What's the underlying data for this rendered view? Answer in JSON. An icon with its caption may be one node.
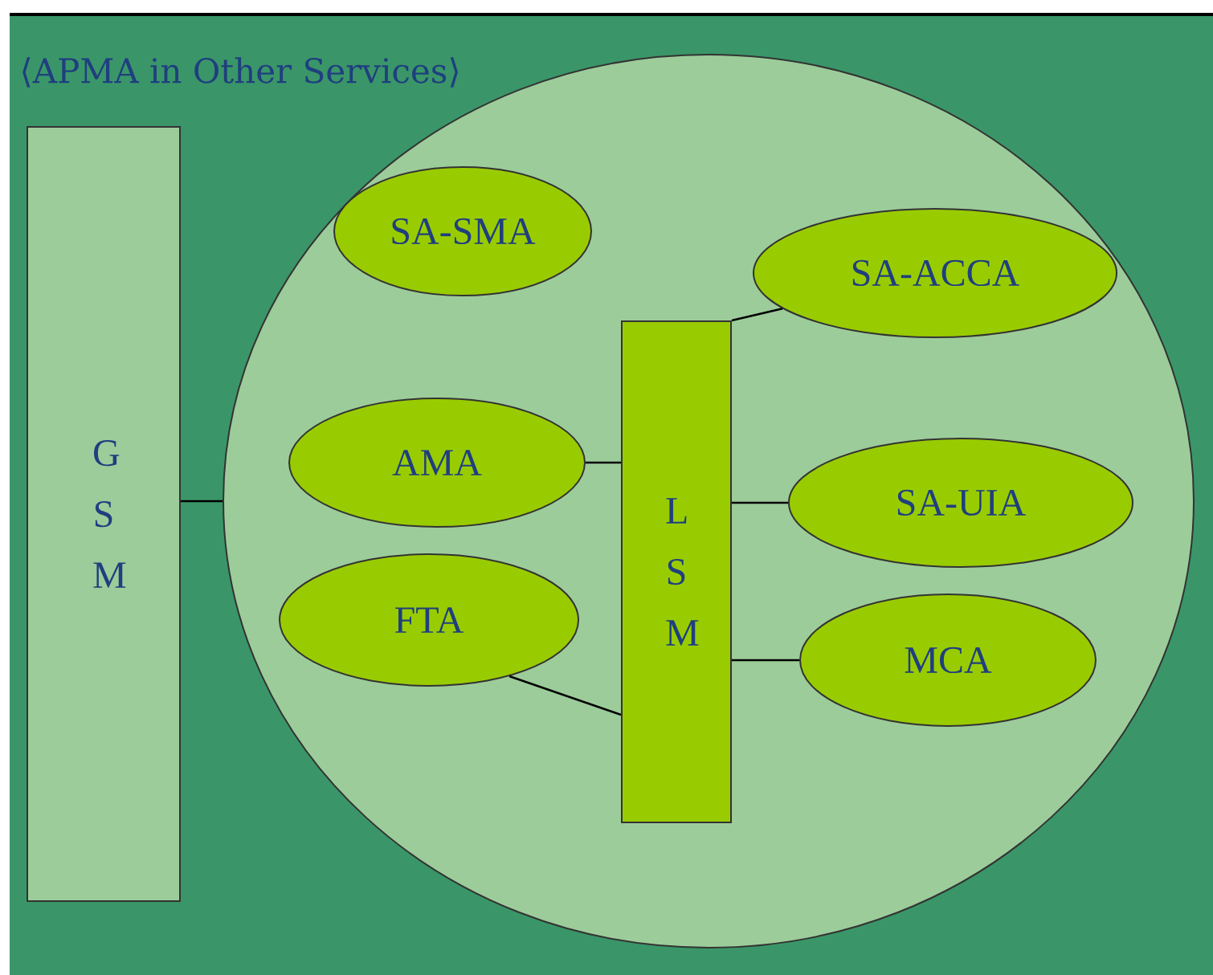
{
  "diagram": {
    "title": "⟨APMA in Other Services⟩",
    "nodes": [
      {
        "text": [
          "G S M"
        ]
      },
      {
        "text": [],
        "shape": "circle"
      },
      {
        "text": [
          "SA-SMA"
        ],
        "in": 1
      },
      {
        "text": [
          "SA-ACCA"
        ],
        "in": 1
      },
      {
        "text": [
          "AMA"
        ],
        "in": 1
      },
      {
        "text": [
          "L S M"
        ],
        "in": 1
      },
      {
        "text": [
          "SA-UIA"
        ],
        "in": 1
      },
      {
        "text": [
          "FTA"
        ],
        "in": 1
      },
      {
        "text": [
          "MCA"
        ],
        "in": 1
      }
    ],
    "edges": [
      {
        "from": 0,
        "to": 1,
        "arrow": "none"
      },
      {
        "from": 4,
        "to": 5,
        "arrow": "none"
      },
      {
        "from": 5,
        "to": 3,
        "arrow": "none"
      },
      {
        "from": 5,
        "to": 6,
        "arrow": "none"
      },
      {
        "from": 5,
        "to": 8,
        "arrow": "none"
      },
      {
        "from": 7,
        "to": 5,
        "arrow": "none"
      }
    ]
  }
}
